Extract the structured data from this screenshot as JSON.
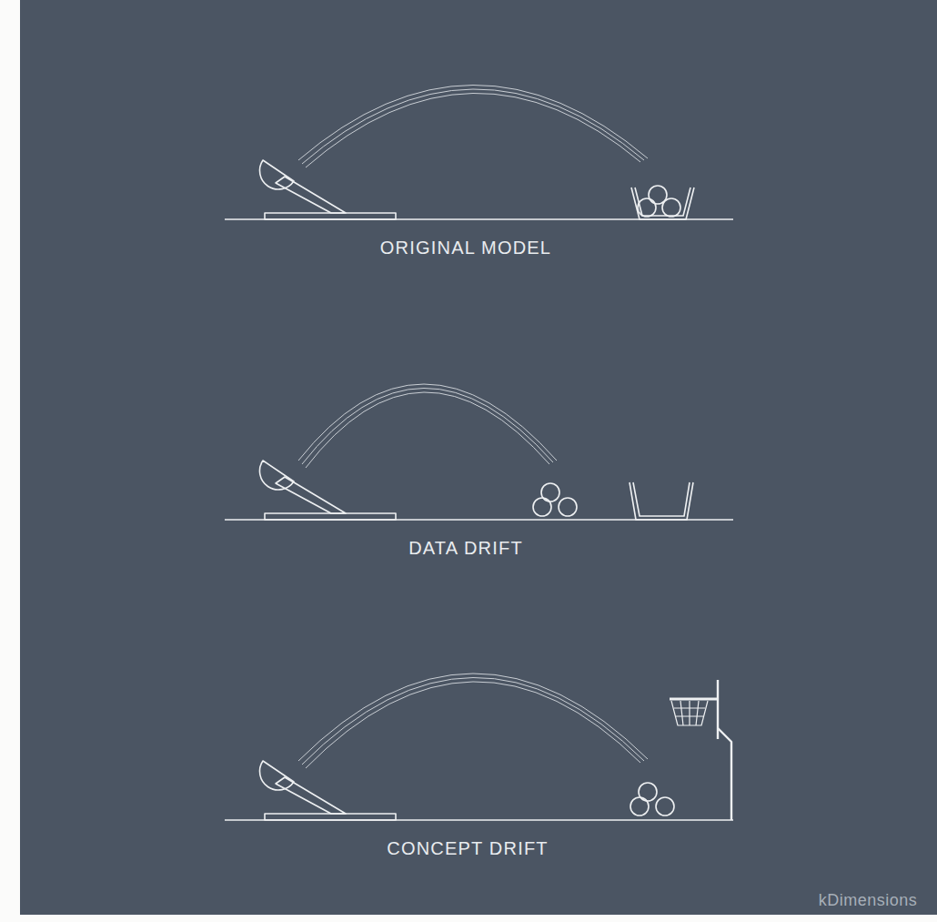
{
  "diagram": {
    "labels": [
      "ORIGINAL MODEL",
      "DATA DRIFT",
      "CONCEPT DRIFT",
      "kDimensions"
    ]
  }
}
